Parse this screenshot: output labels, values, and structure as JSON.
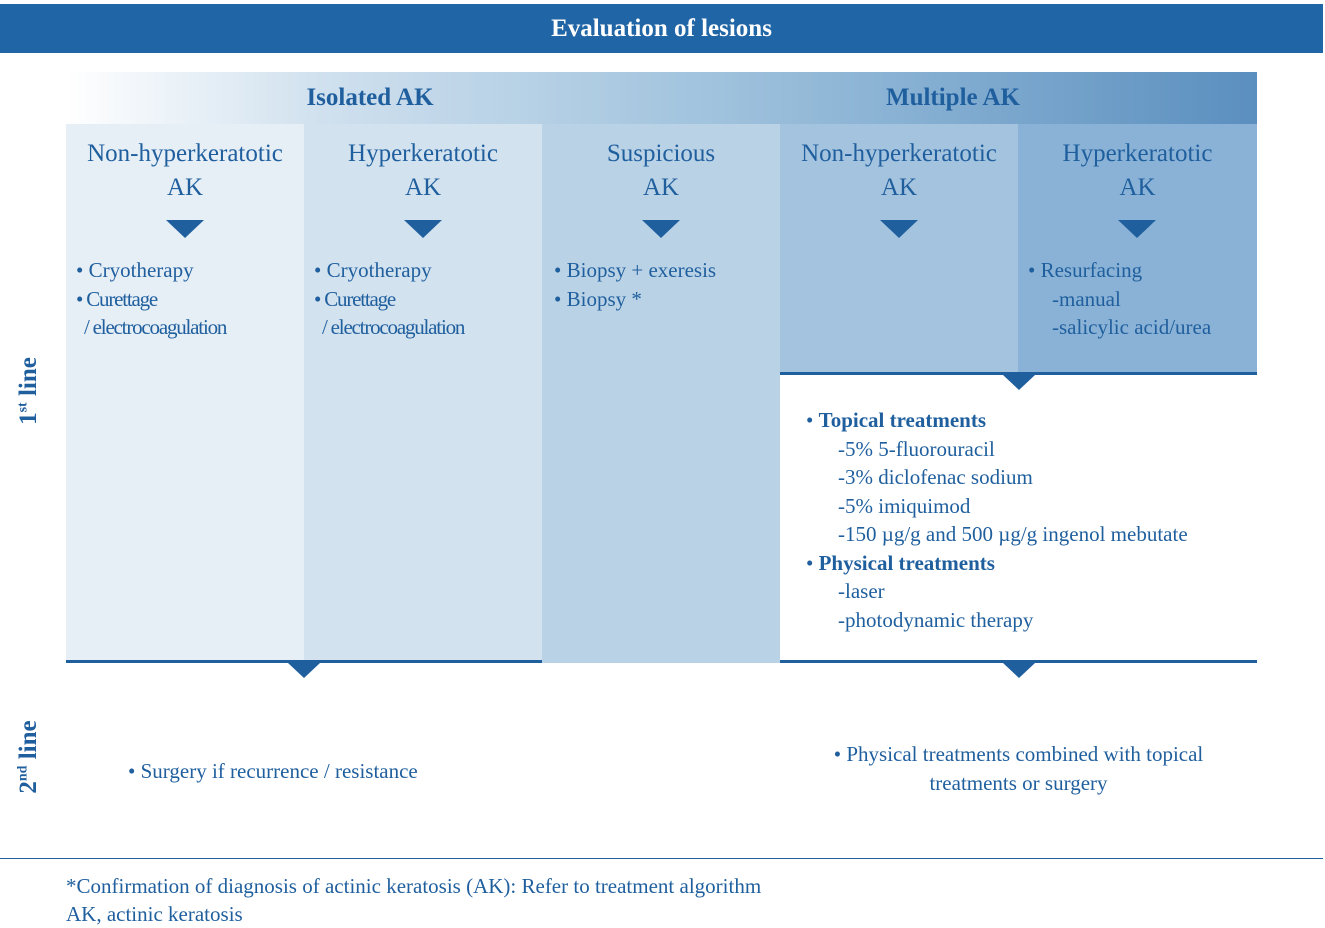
{
  "title": "Evaluation of lesions",
  "groups": {
    "isolated": "Isolated AK",
    "multiple": "Multiple AK"
  },
  "columns": [
    {
      "line1": "Non-hyperkeratotic",
      "line2": "AK"
    },
    {
      "line1": "Hyperkeratotic",
      "line2": "AK"
    },
    {
      "line1": "Suspicious",
      "line2": "AK"
    },
    {
      "line1": "Non-hyperkeratotic",
      "line2": "AK"
    },
    {
      "line1": "Hyperkeratotic",
      "line2": "AK"
    }
  ],
  "bullet": "•",
  "col1_items": [
    "Cryotherapy",
    "Curettage",
    "/ electrocoagulation"
  ],
  "col2_items": [
    "Cryotherapy",
    "Curettage",
    "/ electrocoagulation"
  ],
  "col3_items": [
    "Biopsy + exeresis",
    "Biopsy *"
  ],
  "col5_items": [
    "Resurfacing",
    "-manual",
    "-salicylic acid/urea"
  ],
  "topical": {
    "heading": "Topical treatments",
    "items": [
      "-5% 5-fluorouracil",
      "-3% diclofenac sodium",
      "-5% imiquimod",
      "-150 µg/g and 500 µg/g ingenol mebutate"
    ]
  },
  "physical": {
    "heading": "Physical treatments",
    "items": [
      "-laser",
      "-photodynamic therapy"
    ]
  },
  "line_labels": {
    "first_num": "1",
    "first_sup": "st",
    "first_word": " line",
    "second_num": "2",
    "second_sup": "nd",
    "second_word": " line"
  },
  "second_line": {
    "isolated": "Surgery if recurrence / resistance",
    "multiple_1": "Physical treatments combined with topical",
    "multiple_2": "treatments or surgery"
  },
  "footnotes": [
    "*Confirmation of diagnosis of actinic keratosis (AK): Refer to treatment algorithm",
    "AK, actinic keratosis"
  ],
  "colors": {
    "title_bar": "#2065a6",
    "col1": "#e6eef6",
    "col2": "#d3e2ef",
    "col3": "#bad2e6",
    "col4": "#a4c3de",
    "col5": "#8ab2d6",
    "text": "#1f5f9e"
  }
}
